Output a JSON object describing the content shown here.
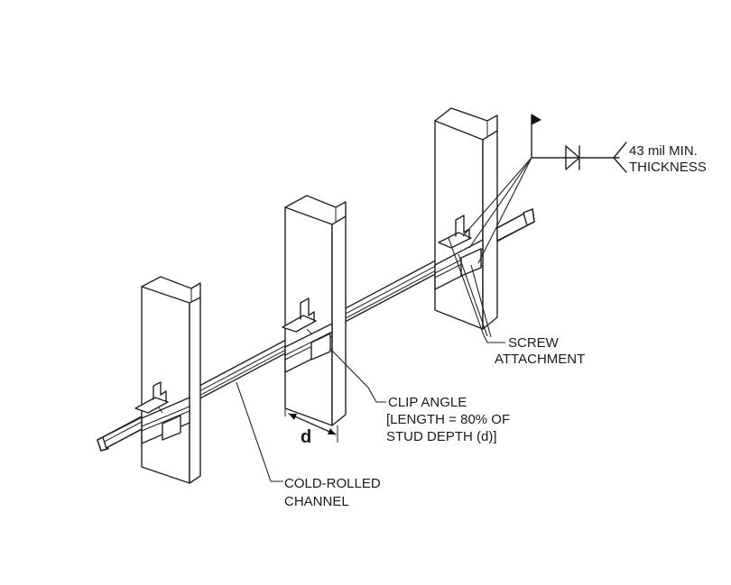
{
  "labels": {
    "weld_thickness_line1": "43 mil MIN.",
    "weld_thickness_line2": "THICKNESS",
    "screw_line1": "SCREW",
    "screw_line2": "ATTACHMENT",
    "clip_line1": "CLIP ANGLE",
    "clip_line2": "[LENGTH = 80% OF",
    "clip_line3": "STUD DEPTH (d)]",
    "channel_line1": "COLD-ROLLED",
    "channel_line2": "CHANNEL",
    "dimension_symbol": "d"
  }
}
